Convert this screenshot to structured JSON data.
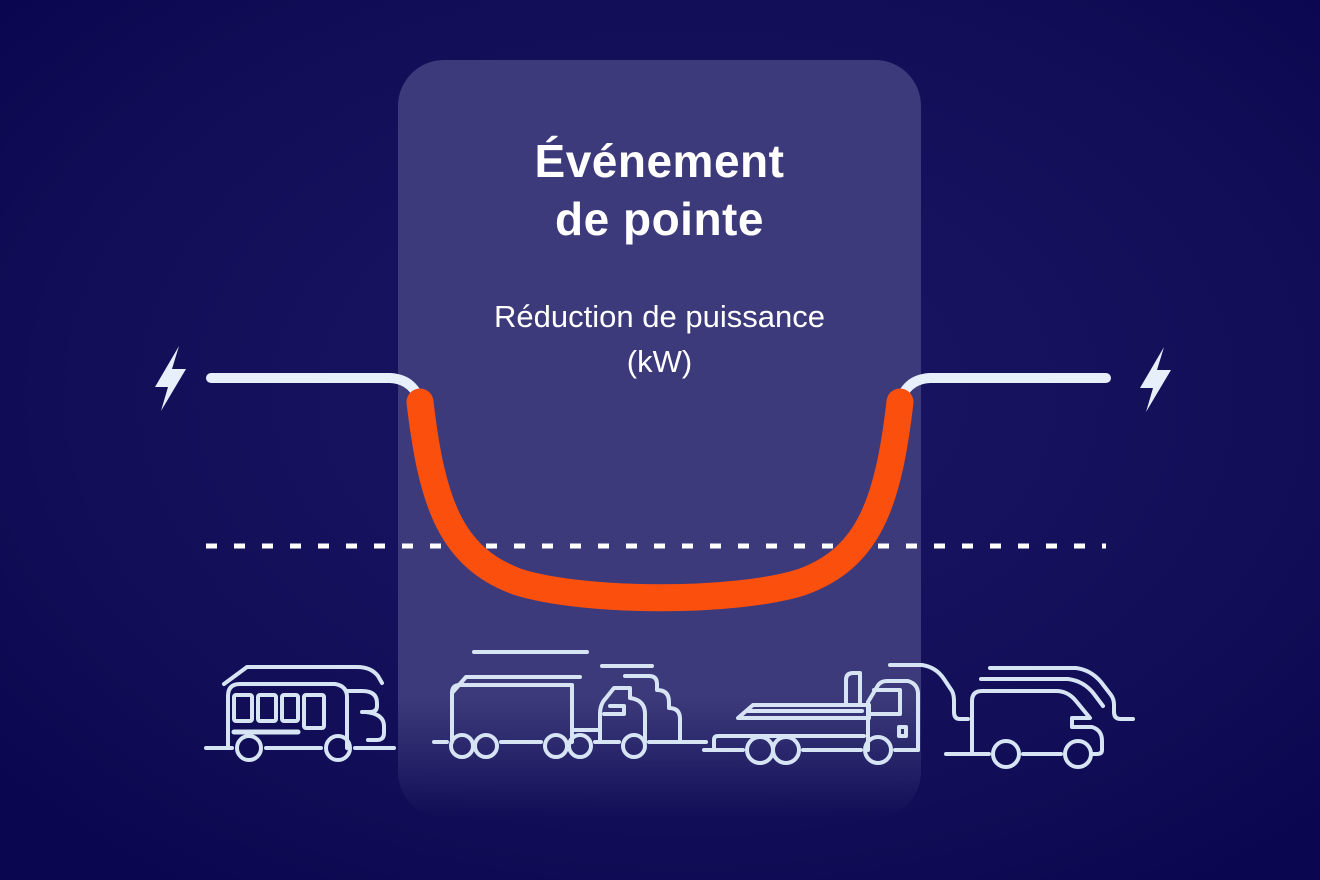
{
  "panel": {
    "title_line1": "Événement",
    "title_line2": "de pointe",
    "subtitle_line1": "Réduction de puissance",
    "subtitle_line2": "(kW)"
  },
  "icons": {
    "left": "lightning-bolt-icon",
    "right": "lightning-bolt-icon",
    "vehicles": [
      "bus",
      "box-trucks",
      "flatbed-truck",
      "delivery-van"
    ]
  },
  "colors": {
    "background": "#110D56",
    "background_center": "#1B1765",
    "panel": "#3D3A7B",
    "curve": "#FB4F0E",
    "power_line": "#E7EFFB",
    "dashed_line": "#FFFFFF",
    "vehicle_outline": "#D6E4F4",
    "text": "#FFFFFF"
  }
}
